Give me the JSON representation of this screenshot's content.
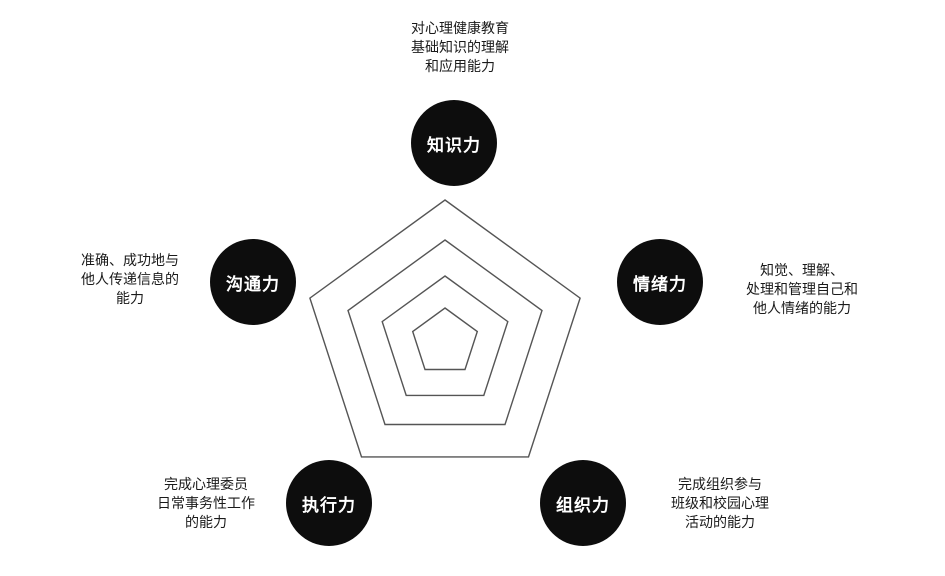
{
  "nodes": [
    {
      "label": "知识力",
      "desc": "对心理健康教育\n基础知识的理解\n和应用能力"
    },
    {
      "label": "情绪力",
      "desc": "知觉、理解、\n处理和管理自己和\n他人情绪的能力"
    },
    {
      "label": "组织力",
      "desc": "完成组织参与\n班级和校园心理\n活动的能力"
    },
    {
      "label": "执行力",
      "desc": "完成心理委员\n日常事务性工作\n的能力"
    },
    {
      "label": "沟通力",
      "desc": "准确、成功地与\n他人传递信息的\n能力"
    }
  ]
}
